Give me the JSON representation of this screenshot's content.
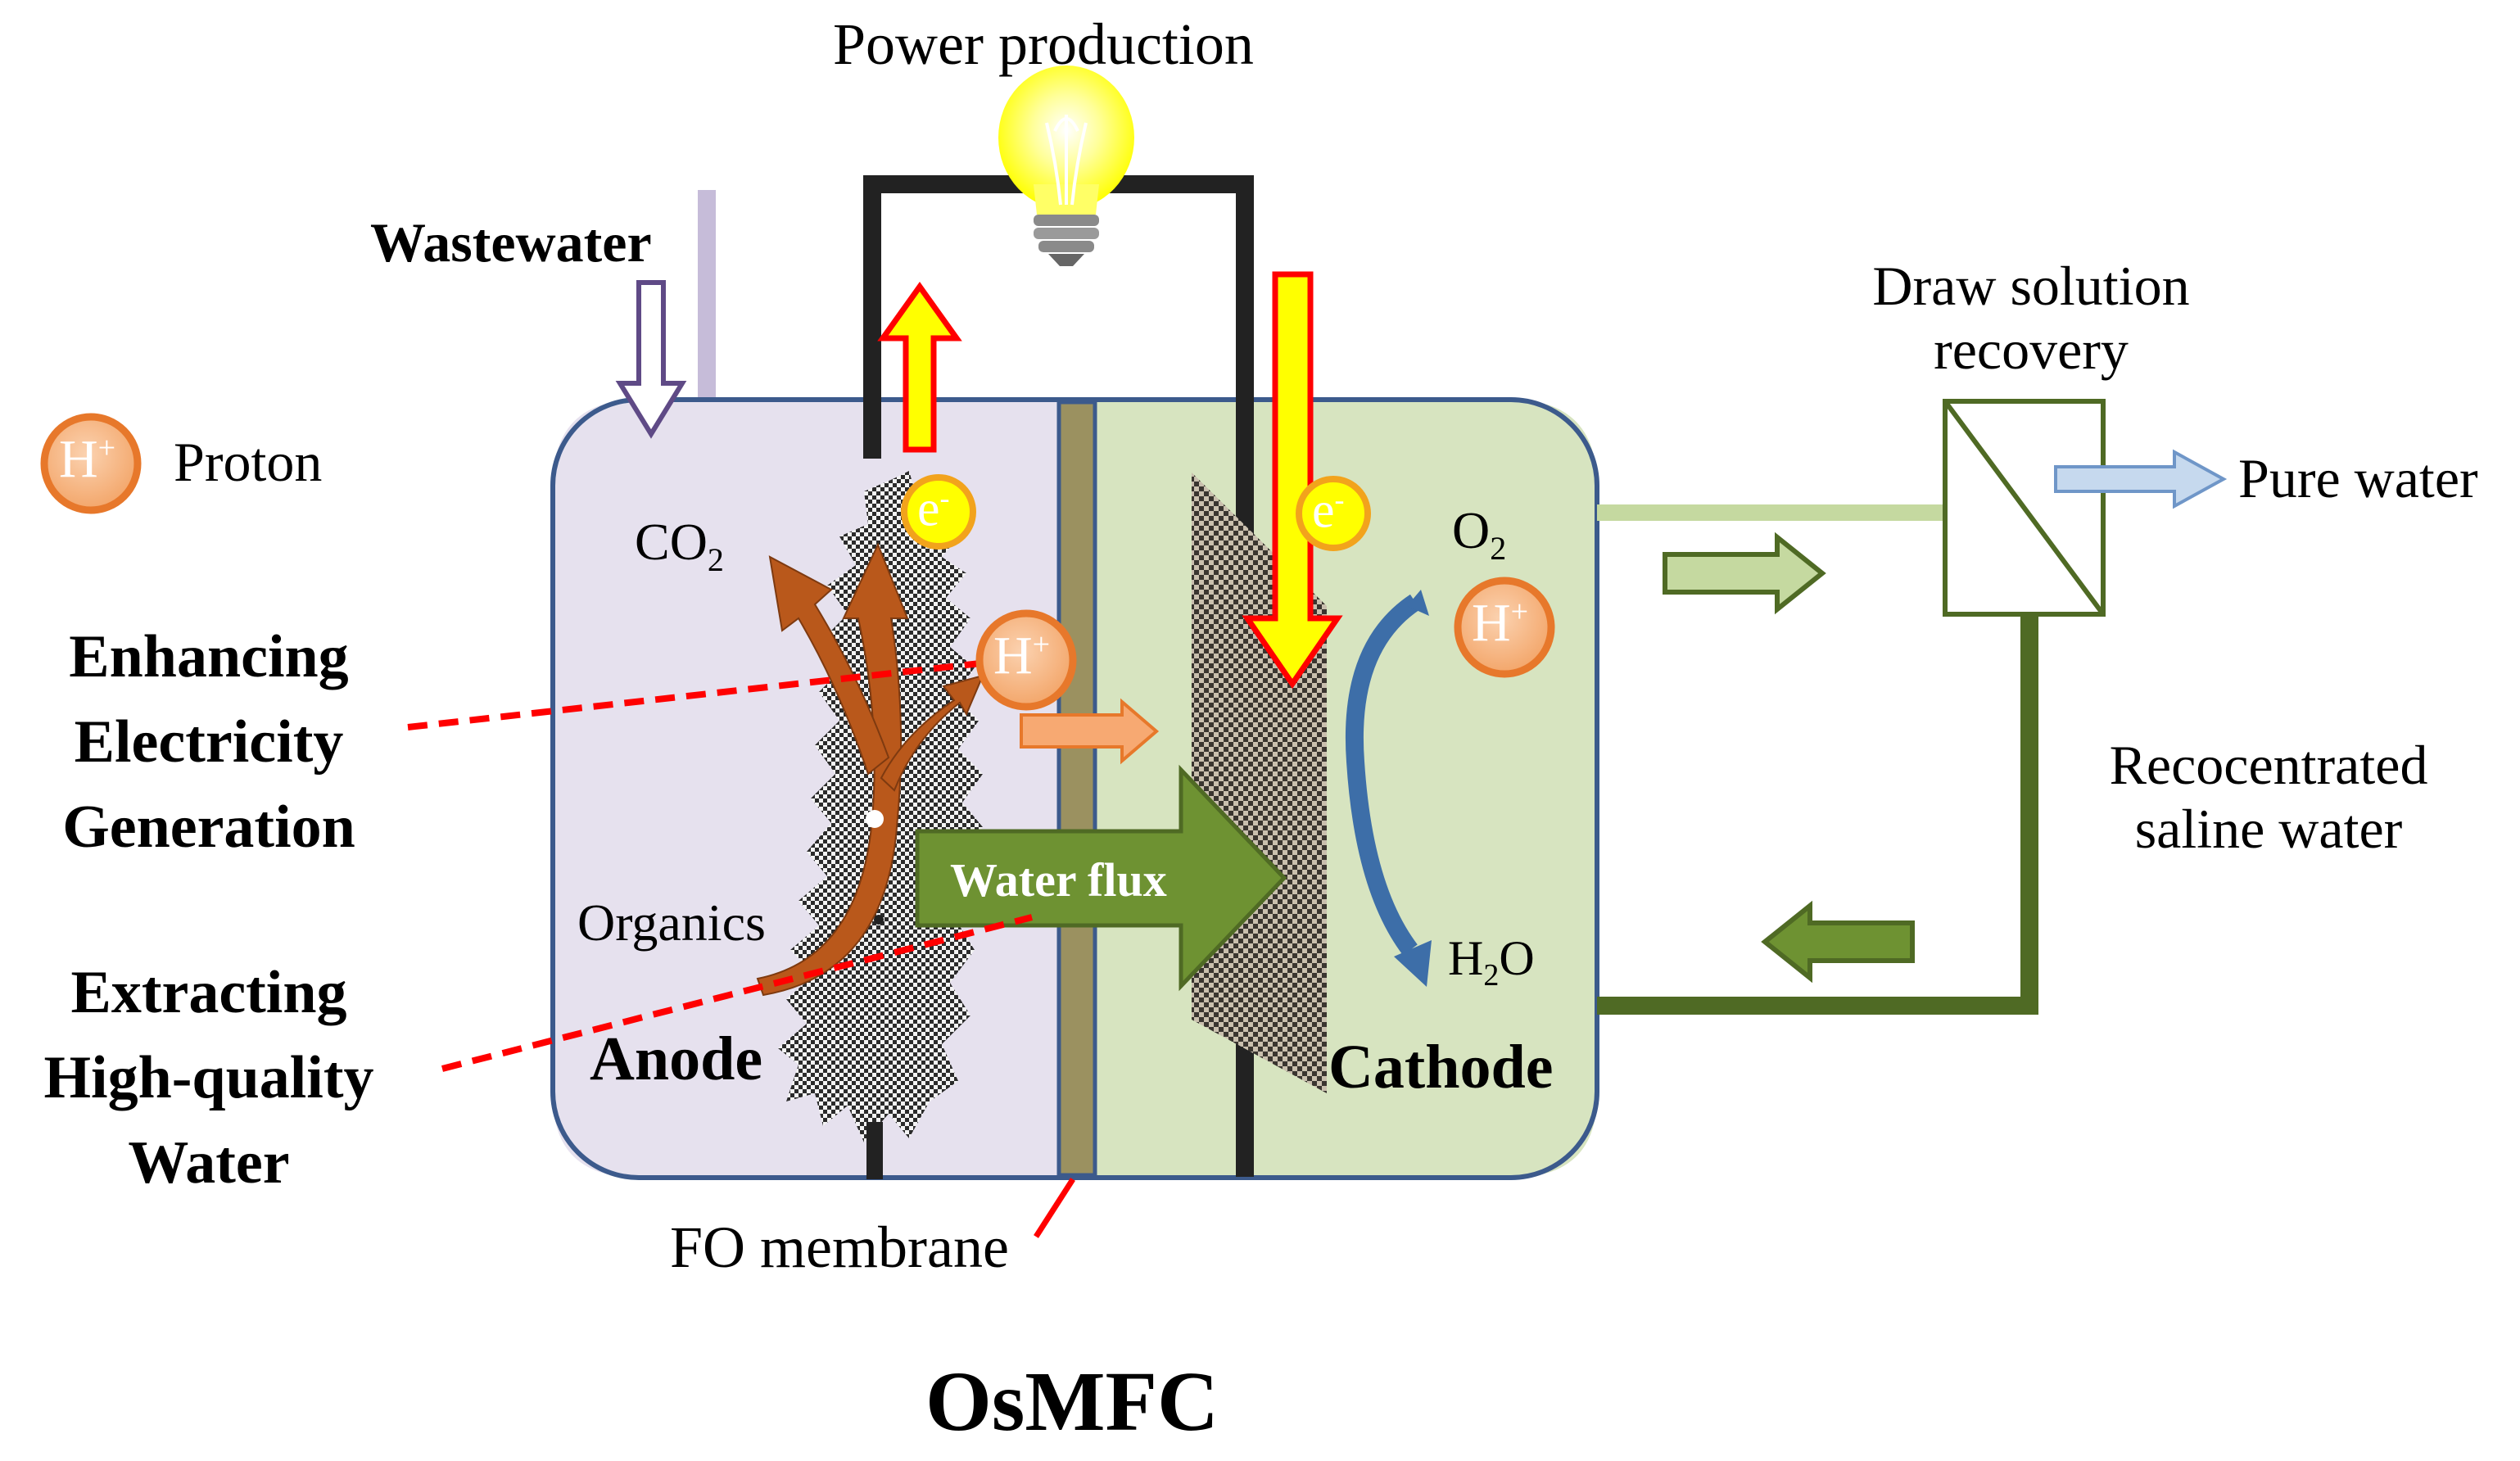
{
  "labels": {
    "power_production": "Power production",
    "wastewater": "Wastewater",
    "proton": "Proton",
    "co2_main": "CO",
    "co2_sub": "2",
    "o2_main": "O",
    "o2_sub": "2",
    "h2o_h": "H",
    "h2o_sub": "2",
    "h2o_o": "O",
    "h_plus_main": "H",
    "h_plus_sup": "+",
    "e_main": "e",
    "e_sup": "-",
    "enhancing_line1": "Enhancing",
    "enhancing_line2": "Electricity",
    "enhancing_line3": "Generation",
    "extracting_line1": "Extracting",
    "extracting_line2": "High-quality",
    "extracting_line3": "Water",
    "organics": "Organics",
    "anode": "Anode",
    "cathode": "Cathode",
    "water_flux": "Water flux",
    "fo_membrane": "FO membrane",
    "draw_line1": "Draw solution",
    "draw_line2": "recovery",
    "pure_water": "Pure water",
    "reconc_line1": "Recocentrated",
    "reconc_line2": "saline water",
    "title": "OsMFC"
  },
  "colors": {
    "anode_fill": "#e6e1ee",
    "cathode_fill": "#d7e4c0",
    "reactor_outline": "#3c5a8c",
    "membrane": "#9b9160",
    "electron_arrow": "#ffff00",
    "arrow_outline": "#ff0000",
    "olive_dark": "#4f6a24",
    "olive_light": "#c5d9a0",
    "proton_orange": "#e7782b",
    "bacteria_brown": "#b9581b",
    "cathode_flow": "#3d6ea8",
    "pure_water_arrow": "#c6d9ee",
    "wastewater_pipe": "#c6bcd9",
    "wastewater_arrow": "#5f4a86"
  },
  "icons": [
    "light-bulb-icon",
    "proton-icon",
    "electron-icon",
    "membrane-module-icon"
  ]
}
